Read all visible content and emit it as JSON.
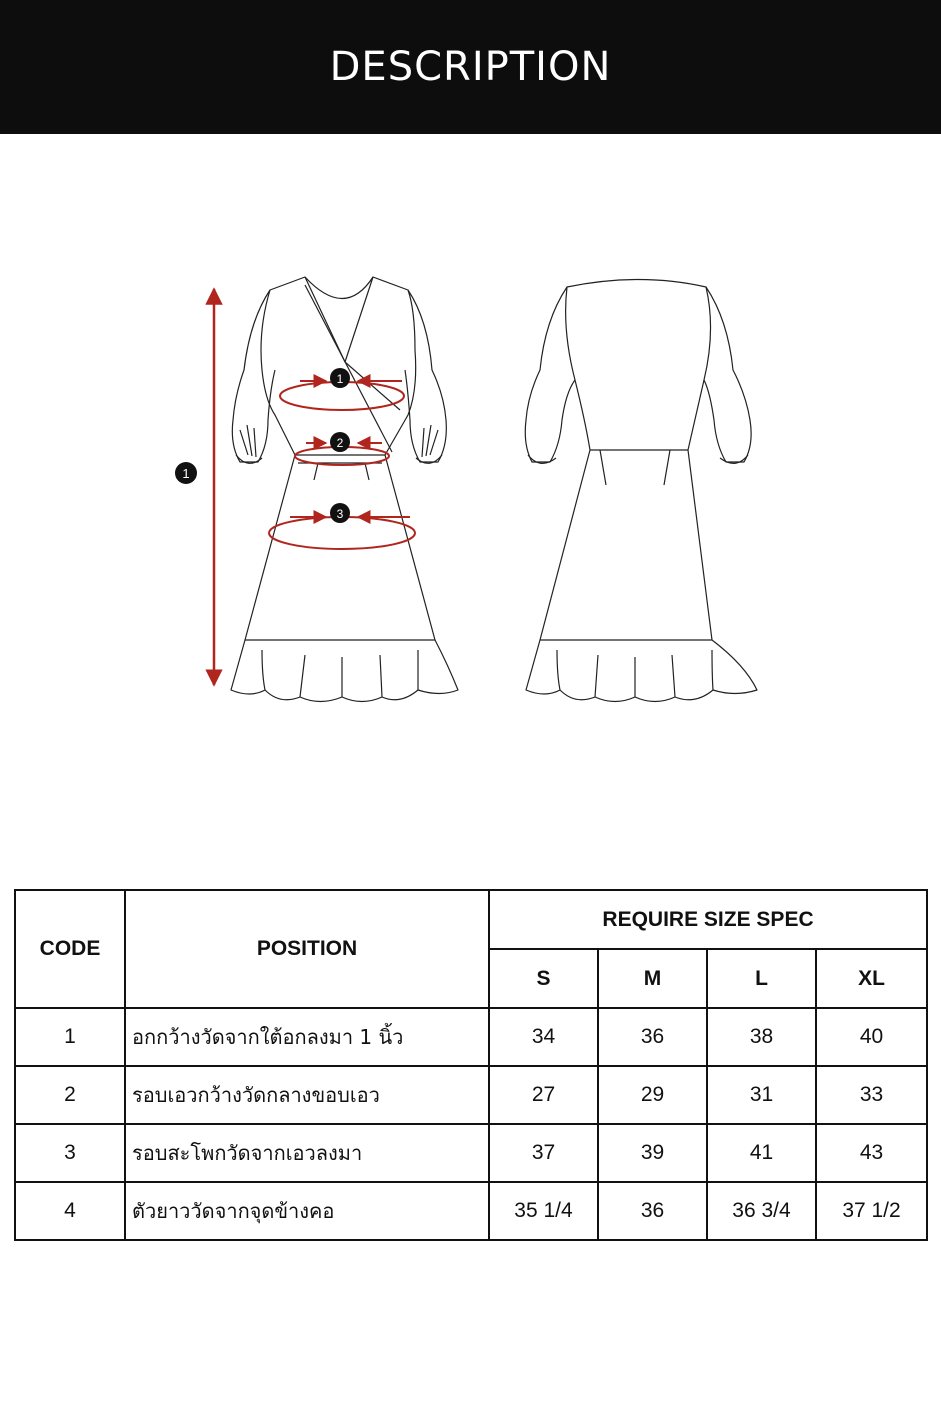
{
  "header": {
    "title": "DESCRIPTION"
  },
  "diagram": {
    "arrow_color": "#b0261e",
    "markers": {
      "length": "1",
      "chest": "1",
      "waist": "2",
      "hip": "3"
    }
  },
  "table": {
    "code_header": "CODE",
    "position_header": "POSITION",
    "spec_header": "REQUIRE SIZE SPEC",
    "sizes": [
      "S",
      "M",
      "L",
      "XL"
    ],
    "rows": [
      {
        "code": "1",
        "position": "อกกว้างวัดจากใต้อกลงมา 1 นิ้ว",
        "values": [
          "34",
          "36",
          "38",
          "40"
        ]
      },
      {
        "code": "2",
        "position": "รอบเอวกว้างวัดกลางขอบเอว",
        "values": [
          "27",
          "29",
          "31",
          "33"
        ]
      },
      {
        "code": "3",
        "position": "รอบสะโพกวัดจากเอวลงมา",
        "values": [
          "37",
          "39",
          "41",
          "43"
        ]
      },
      {
        "code": "4",
        "position": "ตัวยาววัดจากจุดข้างคอ",
        "values": [
          "35 1/4",
          "36",
          "36 3/4",
          "37 1/2"
        ]
      }
    ]
  }
}
